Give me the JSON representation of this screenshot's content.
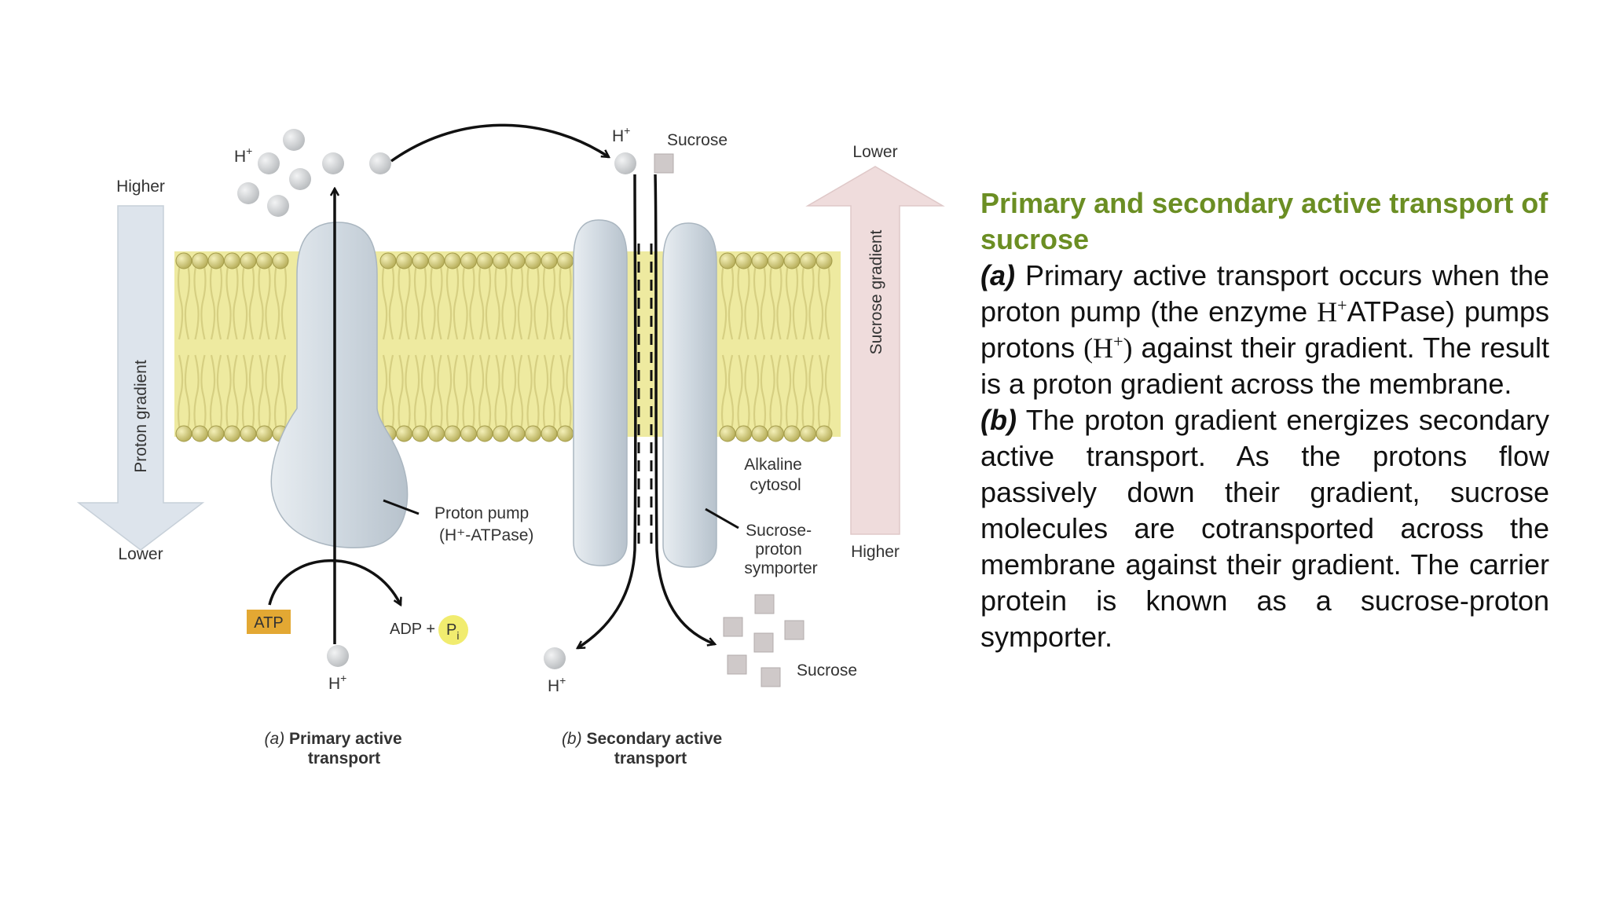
{
  "figure": {
    "proton_gradient": {
      "top": "Higher",
      "label": "Proton gradient",
      "bottom": "Lower"
    },
    "sucrose_gradient": {
      "top": "Lower",
      "label": "Sucrose gradient",
      "bottom": "Higher"
    },
    "h_ion": "H",
    "h_charge": "+",
    "sucrose_top": "Sucrose",
    "sucrose_bottom": "Sucrose",
    "atp": "ATP",
    "adp": "ADP +",
    "pi_letter": "P",
    "pi_sub": "i",
    "proton_pump": [
      "Proton pump",
      "(H⁺-ATPase)"
    ],
    "alkaline": [
      "Alkaline",
      "cytosol"
    ],
    "symporter": [
      "Sucrose-",
      "proton",
      "symporter"
    ],
    "panel_a": {
      "letter": "(a)",
      "line1": "Primary active",
      "line2": "transport"
    },
    "panel_b": {
      "letter": "(b)",
      "line1": "Secondary active",
      "line2": "transport"
    }
  },
  "caption": {
    "title": "Primary and secondary active transport of sucrose",
    "a_label": "(a)",
    "a_text1": "Primary active transport occurs when the proton pump (the enzyme",
    "a_h": "H",
    "a_sup": "+",
    "a_text2": "ATPase) pumps protons",
    "a_paren_h": "(H",
    "a_paren_sup": "+",
    "a_paren_close": ")",
    "a_text3": "against their gradient. The result is a proton gradient across the membrane.",
    "b_label": "(b)",
    "b_text": "The proton gradient energizes secondary active transport. As the protons flow passively down their gradient, sucrose molecules are cotransported across the membrane against their gradient. The carrier protein is known as a sucrose-proton symporter."
  },
  "colors": {
    "title": "#6b8e23",
    "membrane": "#eeeaa0",
    "lipid_head": "#c9c26a",
    "protein": "#cdd6de",
    "proton_arrow": "#dde4ec",
    "sucrose_arrow": "#efdcdc",
    "atp_box": "#e3a833",
    "pi_circle": "#f1ec6f",
    "ion": "#d2d4d6"
  }
}
